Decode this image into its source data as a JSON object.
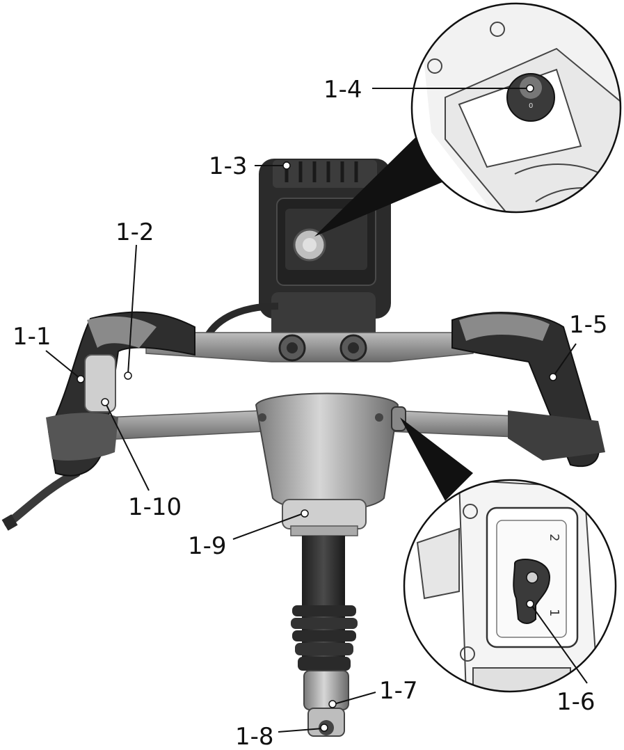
{
  "callouts": [
    {
      "id": "1-1",
      "label": "1-1"
    },
    {
      "id": "1-2",
      "label": "1-2"
    },
    {
      "id": "1-3",
      "label": "1-3"
    },
    {
      "id": "1-4",
      "label": "1-4"
    },
    {
      "id": "1-5",
      "label": "1-5"
    },
    {
      "id": "1-6",
      "label": "1-6"
    },
    {
      "id": "1-7",
      "label": "1-7"
    },
    {
      "id": "1-8",
      "label": "1-8"
    },
    {
      "id": "1-9",
      "label": "1-9"
    },
    {
      "id": "1-10",
      "label": "1-10"
    }
  ],
  "detail_marks": {
    "switch_top": "2",
    "switch_bottom": "1",
    "dial_mark": "0"
  },
  "colors": {
    "ink": "#111111",
    "body_dark": "#2b2b2b",
    "body_mid": "#6e6e6e",
    "body_light": "#b9b9b9",
    "background": "#ffffff"
  }
}
